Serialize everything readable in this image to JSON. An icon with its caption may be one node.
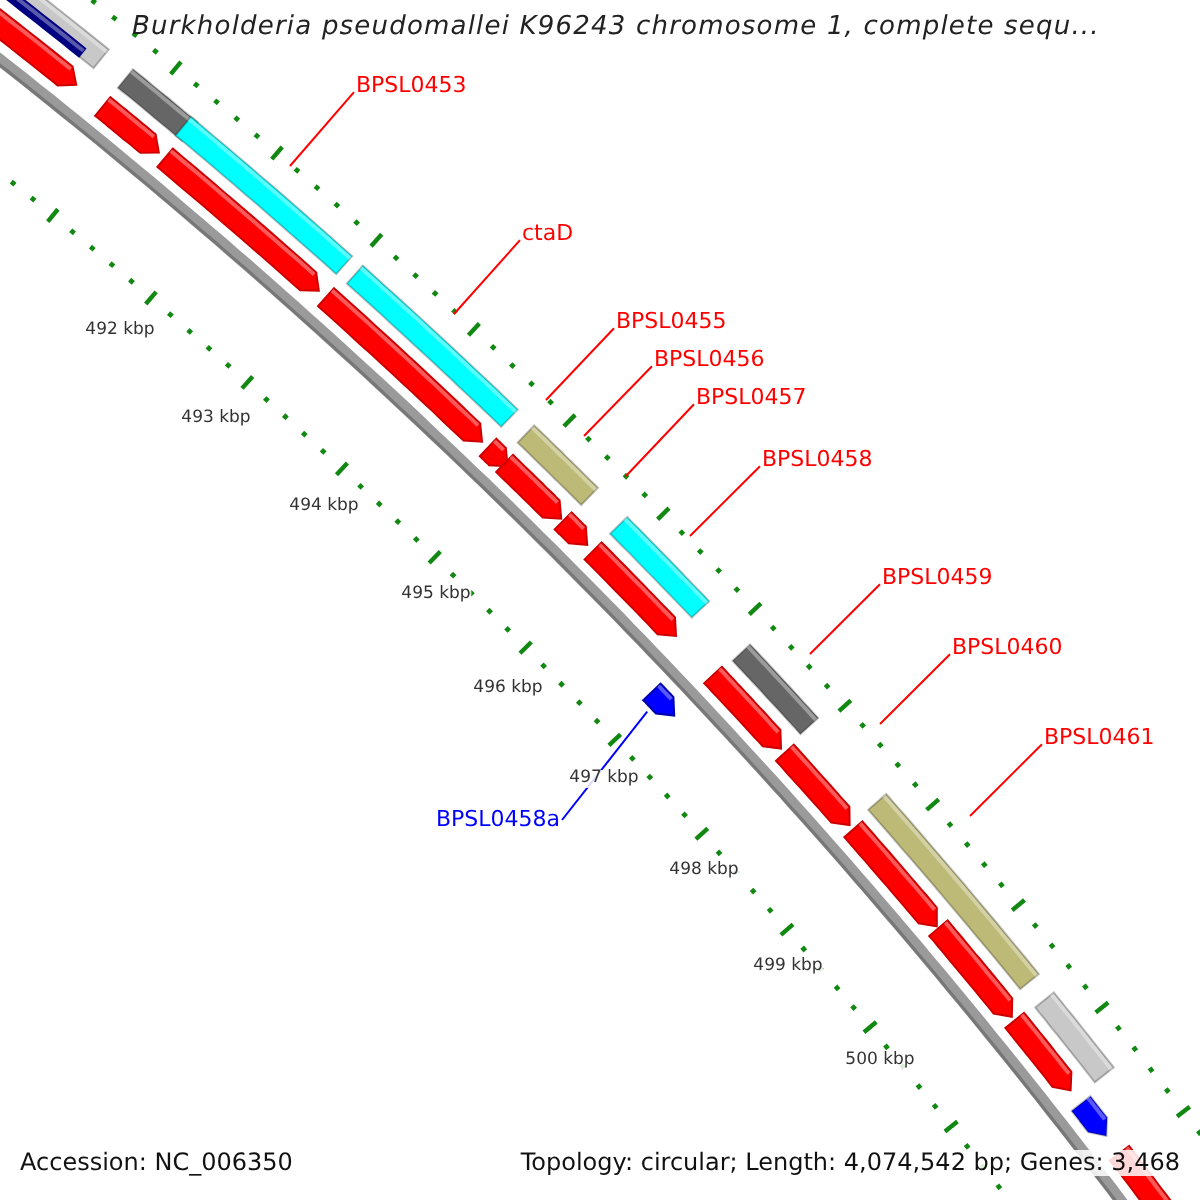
{
  "diagram": {
    "title": "Burkholderia pseudomallei K96243 chromosome 1, complete sequ...",
    "nodes": [
      {
        "text": [
          "BPSL0453"
        ]
      },
      {
        "text": [
          "ctaD"
        ]
      },
      {
        "text": [
          "BPSL0455"
        ]
      },
      {
        "text": [
          "BPSL0456"
        ]
      },
      {
        "text": [
          "BPSL0457"
        ]
      },
      {
        "text": [
          "BPSL0458"
        ]
      },
      {
        "text": [
          "BPSL0459"
        ]
      },
      {
        "text": [
          "BPSL0460"
        ]
      },
      {
        "text": [
          "BPSL0461"
        ]
      },
      {
        "text": [
          "BPSL0458a"
        ]
      },
      {
        "text": [],
        "shape": "arrow"
      }
    ],
    "edges": [
      {
        "from": 0,
        "to": null,
        "arrow": "none"
      },
      {
        "from": 1,
        "to": null,
        "arrow": "none"
      },
      {
        "from": 2,
        "to": null,
        "arrow": "none"
      },
      {
        "from": 3,
        "to": null,
        "arrow": "none"
      },
      {
        "from": 4,
        "to": null,
        "arrow": "none"
      },
      {
        "from": 5,
        "to": null,
        "arrow": "none"
      },
      {
        "from": 6,
        "to": null,
        "arrow": "none"
      },
      {
        "from": 7,
        "to": null,
        "arrow": "none"
      },
      {
        "from": 8,
        "to": null,
        "arrow": "none"
      },
      {
        "from": 9,
        "to": 10,
        "arrow": "none",
        "color": "#0000ff"
      }
    ],
    "labels": [
      "492 kbp",
      "493 kbp",
      "494 kbp",
      "495 kbp",
      "496 kbp",
      "497 kbp",
      "498 kbp",
      "499 kbp",
      "500 kbp",
      "Accession: NC_006350",
      "Topology: circular; Length: 4,074,542 bp; Genes: 3,468"
    ]
  }
}
